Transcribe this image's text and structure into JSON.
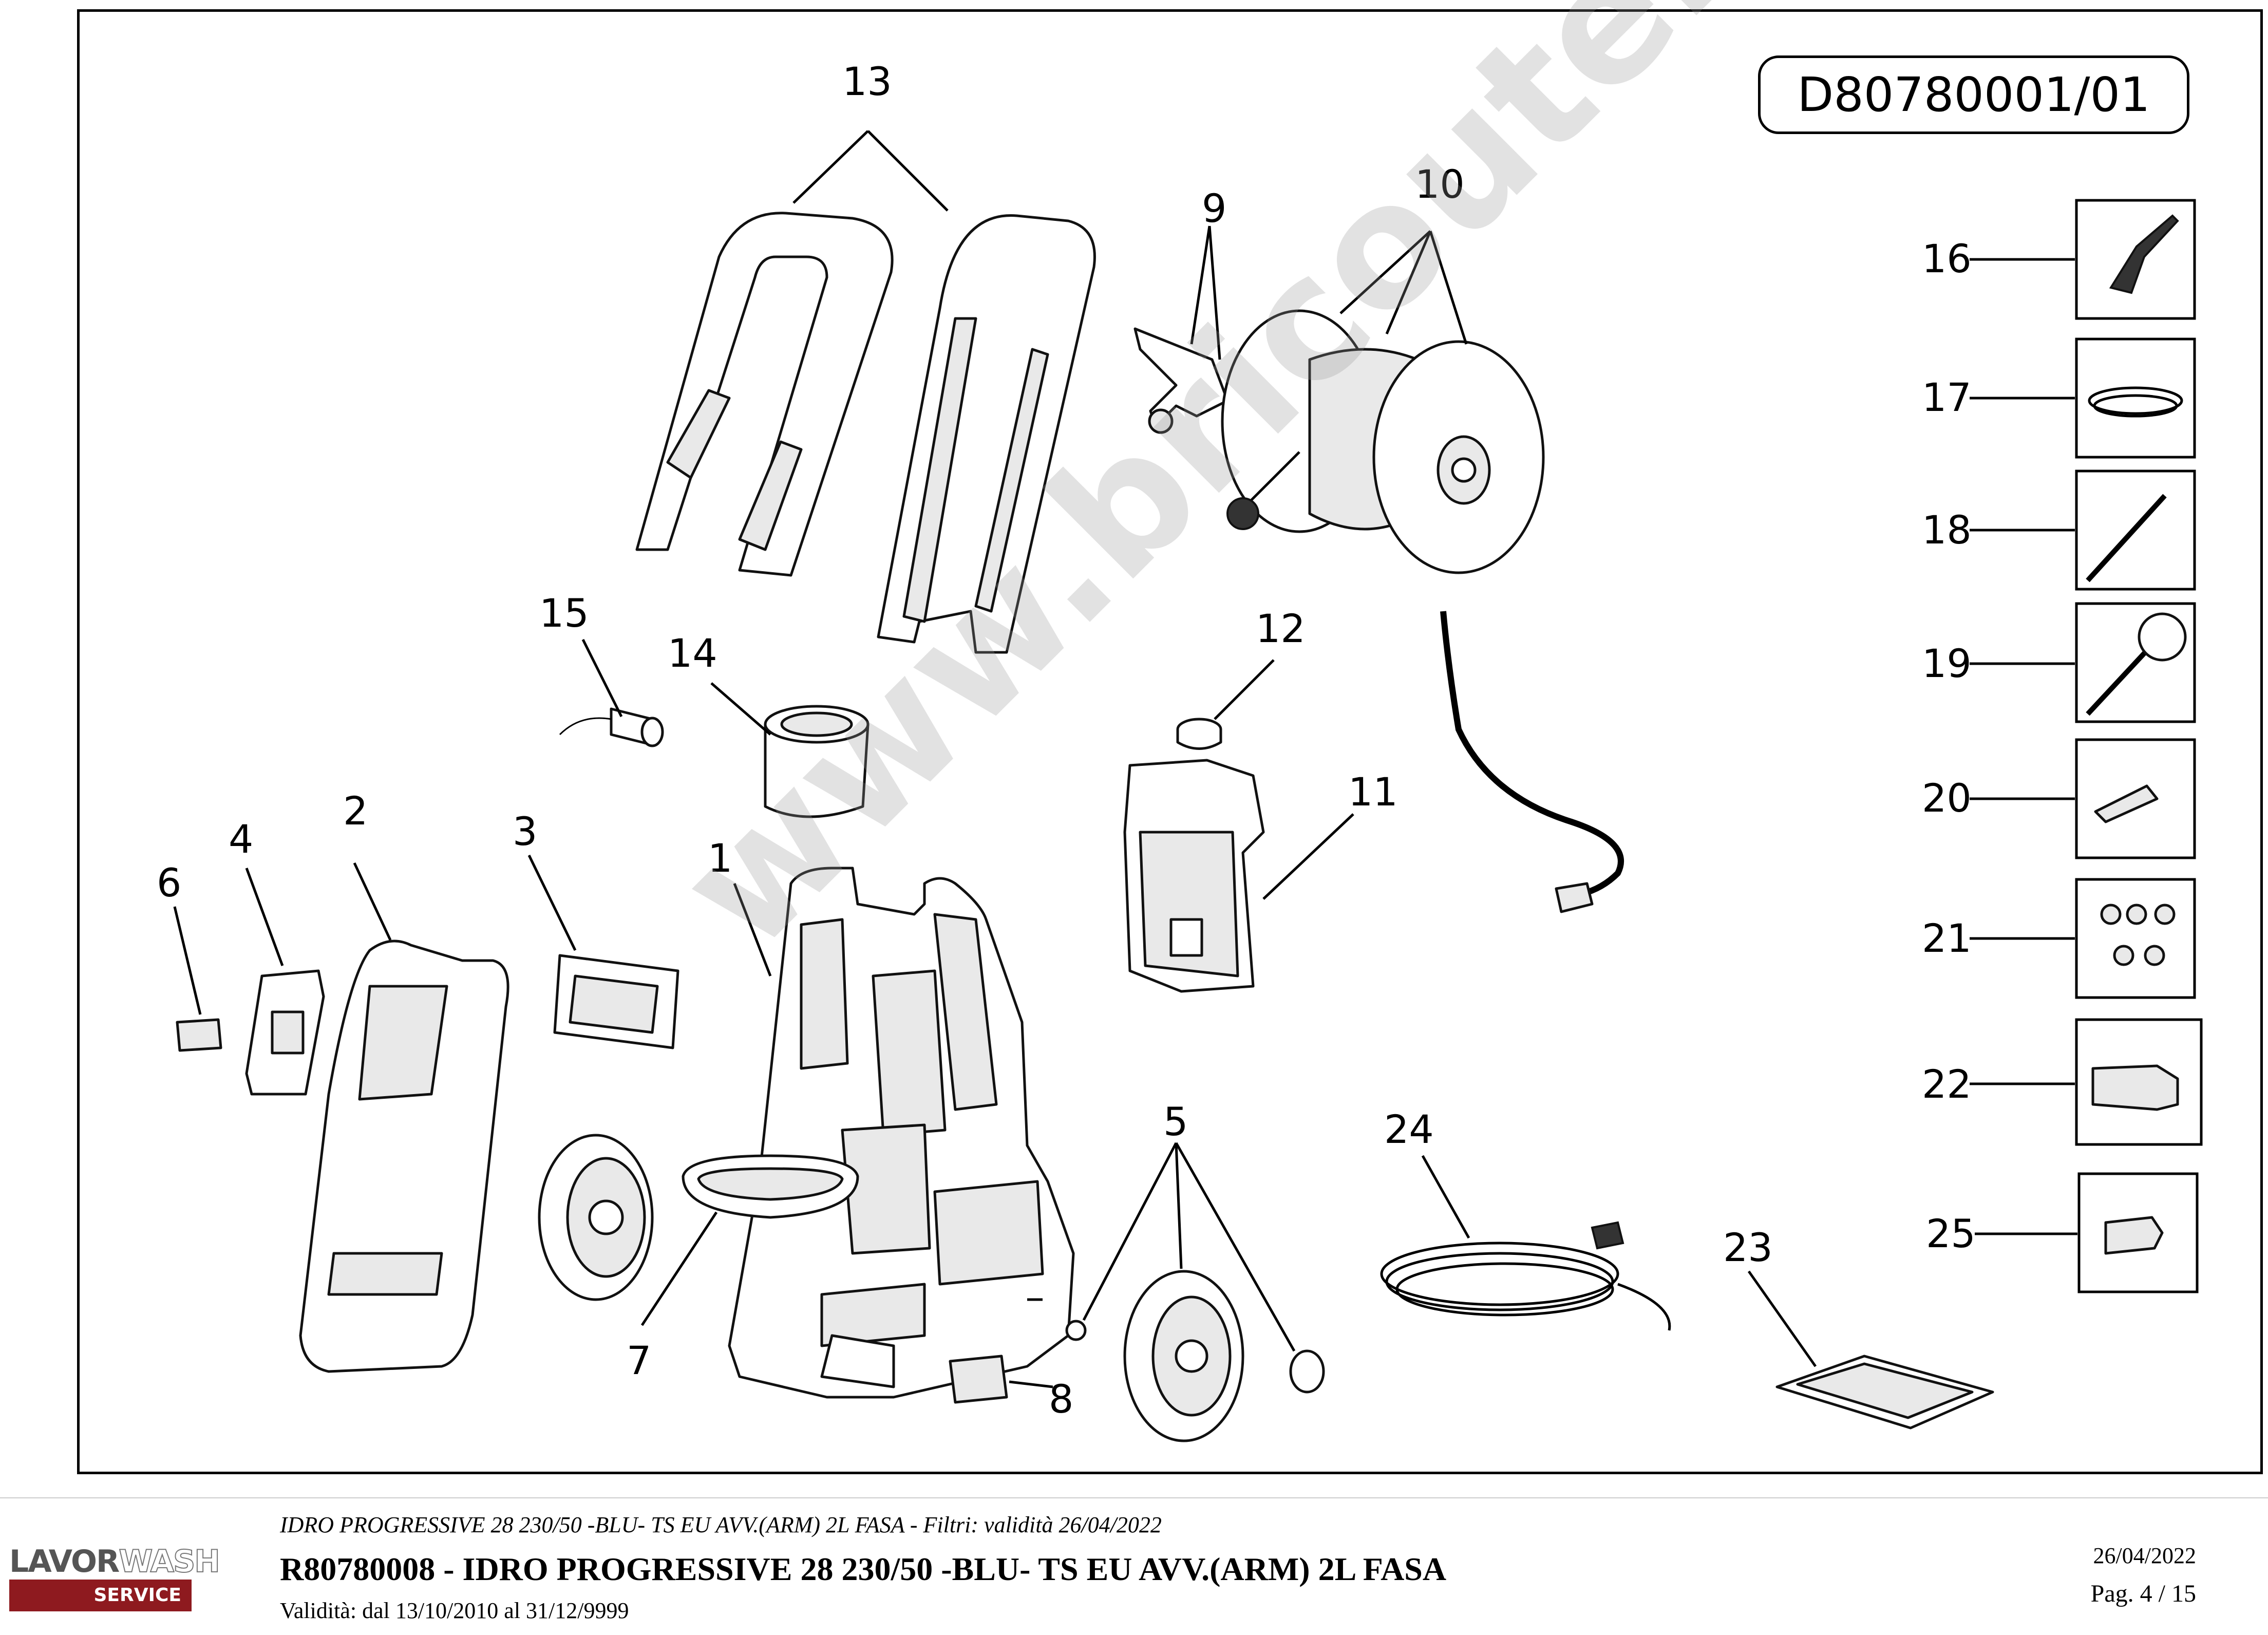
{
  "doc_code": "D80780001/01",
  "watermark": "www.bricoutensili.com",
  "callouts": [
    "1",
    "2",
    "3",
    "4",
    "5",
    "6",
    "7",
    "8",
    "9",
    "10",
    "11",
    "12",
    "13",
    "14",
    "15",
    "16",
    "17",
    "18",
    "19",
    "20",
    "21",
    "22",
    "23",
    "24",
    "25"
  ],
  "footer": {
    "subtitle": "IDRO PROGRESSIVE 28 230/50 -BLU- TS EU AVV.(ARM) 2L FASA - Filtri: validità 26/04/2022",
    "title": "R80780008 - IDRO PROGRESSIVE 28 230/50 -BLU- TS EU AVV.(ARM) 2L FASA",
    "validity": "Validità: dal 13/10/2010 al 31/12/9999",
    "date": "26/04/2022",
    "page": "Pag. 4 / 15"
  },
  "logo": {
    "brand": "LAVOR",
    "brand2": "WASH",
    "service": "SERVICE",
    "accent_color": "#8e1a1f"
  }
}
